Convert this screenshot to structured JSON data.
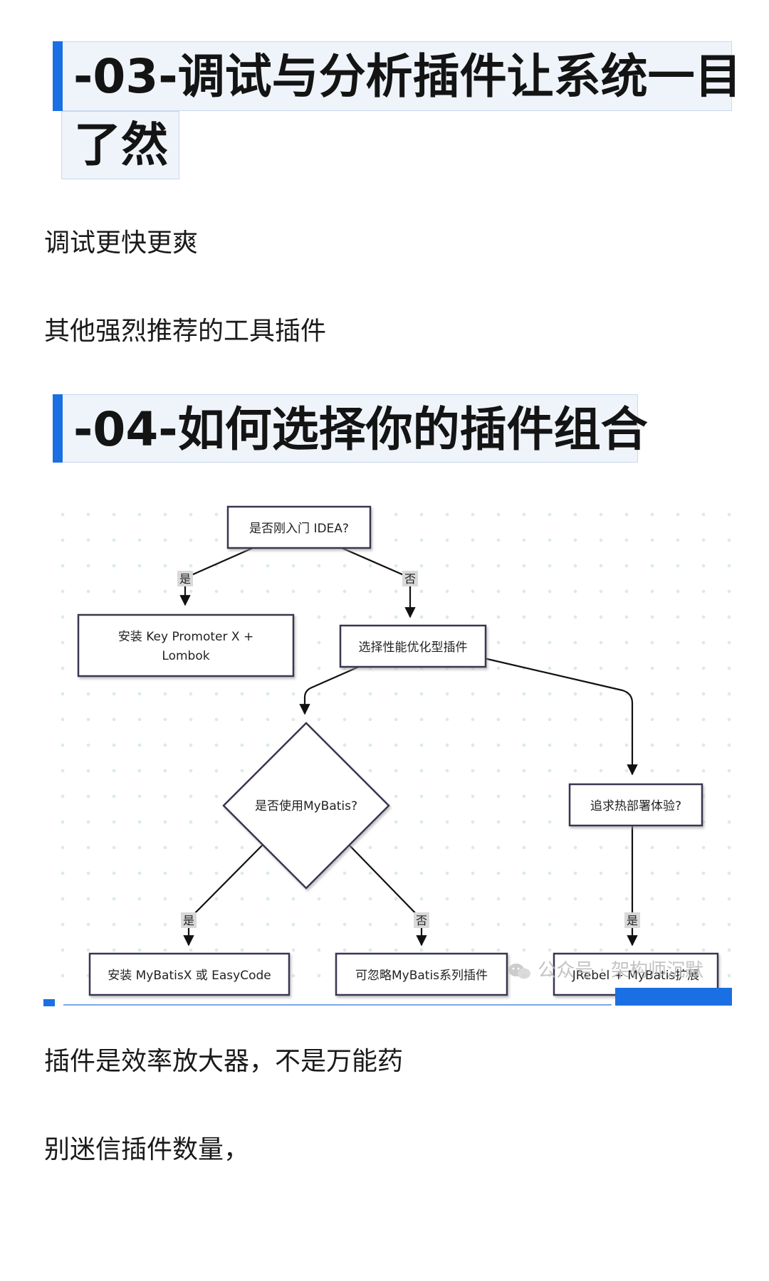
{
  "sections": {
    "s03": {
      "line1": "-03-调试与分析插件让系统一目",
      "line2": "了然"
    },
    "s04": {
      "title": "-04-如何选择你的插件组合"
    }
  },
  "paragraphs": {
    "p1": "调试更快更爽",
    "p2": "其他强烈推荐的工具插件",
    "p3": "插件是效率放大器，不是万能药",
    "p4": "别迷信插件数量，"
  },
  "flowchart": {
    "nodes": {
      "start": "是否刚入门 IDEA?",
      "install_kp_line1": "安装 Key Promoter X +",
      "install_kp_line2": "Lombok",
      "perf": "选择性能优化型插件",
      "mybatis_q": "是否使用MyBatis?",
      "hot_deploy_q": "追求热部署体验?",
      "install_mybatisx": "安装 MyBatisX 或 EasyCode",
      "ignore_mybatis": "可忽略MyBatis系列插件",
      "jrebel": "JRebel + MyBatis扩展"
    },
    "edges": {
      "yes": "是",
      "no": "否"
    }
  },
  "watermark": "公众号 · 架构师沉默",
  "colors": {
    "accent": "#1a6fe3",
    "heading_bg": "#eff4fb",
    "node_border": "#3a3450"
  }
}
